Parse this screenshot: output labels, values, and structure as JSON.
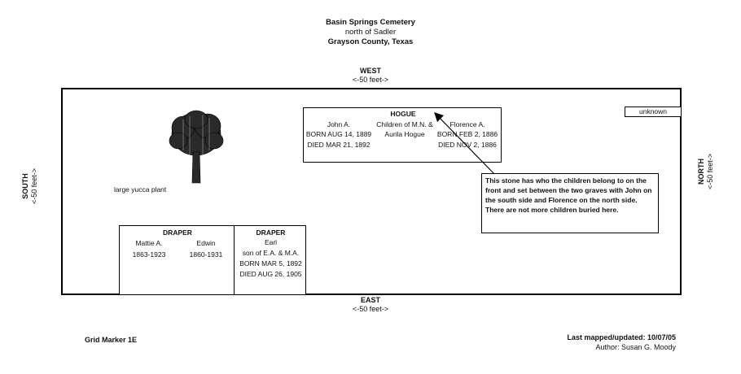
{
  "header": {
    "line1": "Basin Springs Cemetery",
    "line2": "north of Sadler",
    "line3": "Grayson County, Texas"
  },
  "directions": {
    "west": "WEST",
    "west_dist": "<-50 feet->",
    "east": "EAST",
    "east_dist": "<-50 feet->",
    "south": "SOUTH",
    "south_dist": "<-50 feet->",
    "north": "NORTH",
    "north_dist": "<-50 feet->"
  },
  "tree_label": "large yucca plant",
  "hogue": {
    "title": "HOGUE",
    "left_name": "John A.",
    "left_born": "BORN AUG 14, 1889",
    "left_died": "DIED MAR 21, 1892",
    "mid_line1": "Children of M.N. &",
    "mid_line2": "Aurila Hogue",
    "right_name": "Florence A.",
    "right_born": "BORN FEB 2, 1886",
    "right_died": "DIED NOV 2, 1886"
  },
  "unknown": "unknown",
  "note": "This stone has who the children belong to on the front and set between the two graves with John on the south side and Florence on the north side. There are not more children buried here.",
  "draper1": {
    "title": "DRAPER",
    "left_name": "Mattie A.",
    "left_years": "1863-1923",
    "right_name": "Edwin",
    "right_years": "1860-1931"
  },
  "draper2": {
    "title": "DRAPER",
    "line1": "Earl",
    "line2": "son of E.A. & M.A.",
    "line3": "BORN MAR 5, 1892",
    "line4": "DIED AUG 26, 1905"
  },
  "footer": {
    "grid_marker": "Grid Marker 1E",
    "mapped": "Last mapped/updated: 10/07/05",
    "author": "Author: Susan G. Moody"
  },
  "colors": {
    "ink": "#111111",
    "background": "#ffffff"
  },
  "icons": {
    "tree": "tree-icon",
    "arrow": "arrow-icon"
  }
}
